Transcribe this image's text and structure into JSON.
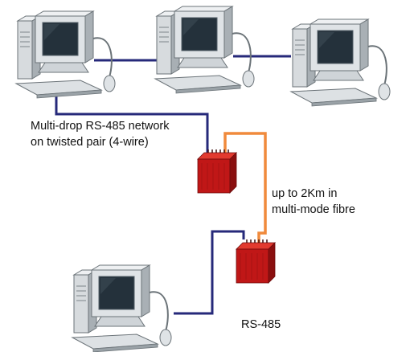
{
  "labels": {
    "network_line1": "Multi-drop RS-485 network",
    "network_line2": "on twisted pair (4-wire)",
    "fibre_line1": "up to 2Km in",
    "fibre_line2": "multi-mode fibre",
    "rs485": "RS-485"
  },
  "colors": {
    "copper_cable": "#26297a",
    "fibre_cable": "#f08a3c",
    "converter": "#c01717",
    "computer_body": "#dfe3e6"
  },
  "nodes": [
    {
      "name": "computer-top-left",
      "icon": "desktop-computer-icon"
    },
    {
      "name": "computer-top-center",
      "icon": "desktop-computer-icon"
    },
    {
      "name": "computer-top-right",
      "icon": "desktop-computer-icon"
    },
    {
      "name": "fibre-converter-upper",
      "icon": "fibre-converter-icon"
    },
    {
      "name": "fibre-converter-lower",
      "icon": "fibre-converter-icon"
    },
    {
      "name": "computer-bottom-left",
      "icon": "desktop-computer-icon"
    }
  ]
}
